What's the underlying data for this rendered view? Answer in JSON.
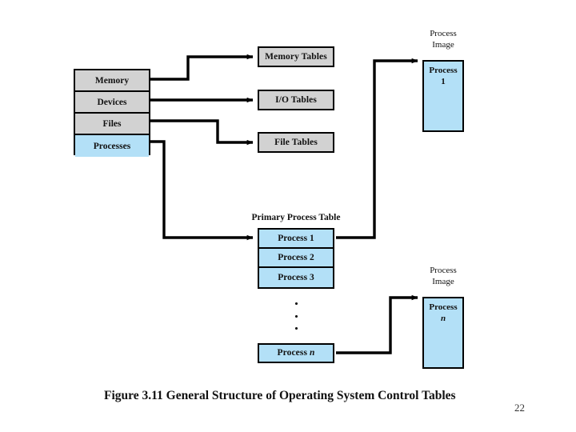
{
  "figure": {
    "caption": "Figure 3.11  General Structure of Operating System Control Tables",
    "page_number": "22"
  },
  "colors": {
    "gray_fill": "#d2d2d2",
    "blue_fill": "#b3e0f7",
    "stroke": "#000000",
    "background": "#ffffff"
  },
  "resource_stack": {
    "name": "Memory / Devices / Files / Processes",
    "items": [
      {
        "label": "Memory",
        "fill": "gray"
      },
      {
        "label": "Devices",
        "fill": "gray"
      },
      {
        "label": "Files",
        "fill": "gray"
      },
      {
        "label": "Processes",
        "fill": "blue"
      }
    ]
  },
  "tables": [
    {
      "label": "Memory Tables",
      "fill": "gray"
    },
    {
      "label": "I/O Tables",
      "fill": "gray"
    },
    {
      "label": "File Tables",
      "fill": "gray"
    }
  ],
  "primary_process_table": {
    "title": "Primary Process Table",
    "rows": [
      {
        "label": "Process 1"
      },
      {
        "label": "Process 2"
      },
      {
        "label": "Process 3"
      }
    ],
    "ellipsis_dots": 3,
    "last_row": {
      "label_prefix": "Process ",
      "label_suffix": "n"
    }
  },
  "process_images": [
    {
      "title_line1": "Process",
      "title_line2": "Image",
      "body_line1": "Process",
      "body_line2": "1",
      "body_line2_italic": false
    },
    {
      "title_line1": "Process",
      "title_line2": "Image",
      "body_line1": "Process",
      "body_line2": "n",
      "body_line2_italic": true
    }
  ],
  "connections": [
    {
      "from": "Memory",
      "to": "Memory Tables"
    },
    {
      "from": "Devices",
      "to": "I/O Tables"
    },
    {
      "from": "Files",
      "to": "File Tables"
    },
    {
      "from": "Processes",
      "to": "Primary Process Table"
    },
    {
      "from": "Process 1",
      "to": "Process Image 1"
    },
    {
      "from": "Process n",
      "to": "Process Image n"
    }
  ]
}
